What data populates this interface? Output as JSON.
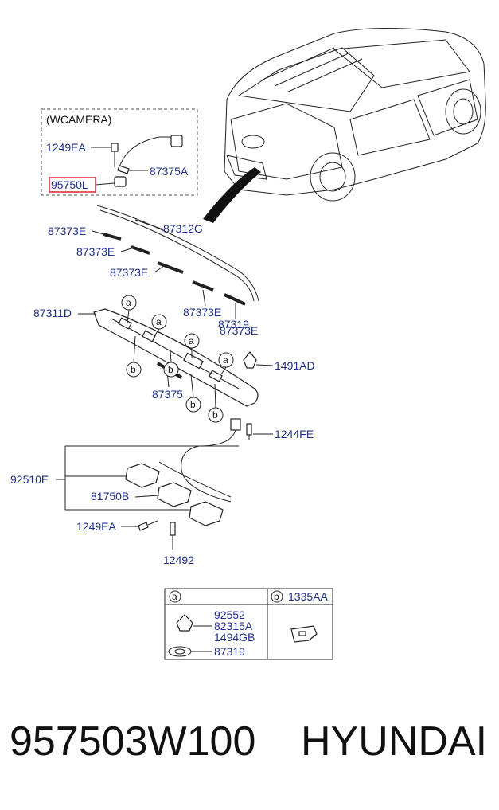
{
  "camera_box": {
    "title": "(WCAMERA)",
    "labels": [
      "1249EA",
      "87375A",
      "95750L"
    ]
  },
  "labels": {
    "l87312G": "87312G",
    "l87373E": "87373E",
    "l87311D": "87311D",
    "l87319": "87319",
    "l1491AD": "1491AD",
    "l87375": "87375",
    "l1244FE": "1244FE",
    "l92510E": "92510E",
    "l81750B": "81750B",
    "l1249EA": "1249EA",
    "l12492": "12492"
  },
  "callout_letters": {
    "a": "a",
    "b": "b"
  },
  "legend": {
    "a_letter": "a",
    "b_letter": "b",
    "b_part": "1335AA",
    "a_parts": [
      "92552",
      "82315A",
      "1494GB"
    ],
    "a_washer": "87319"
  },
  "highlight_color": "#e0202a",
  "label_color": "#1f2f8a",
  "caption": {
    "part_number": "957503W100",
    "brand": "HYUNDAI"
  }
}
